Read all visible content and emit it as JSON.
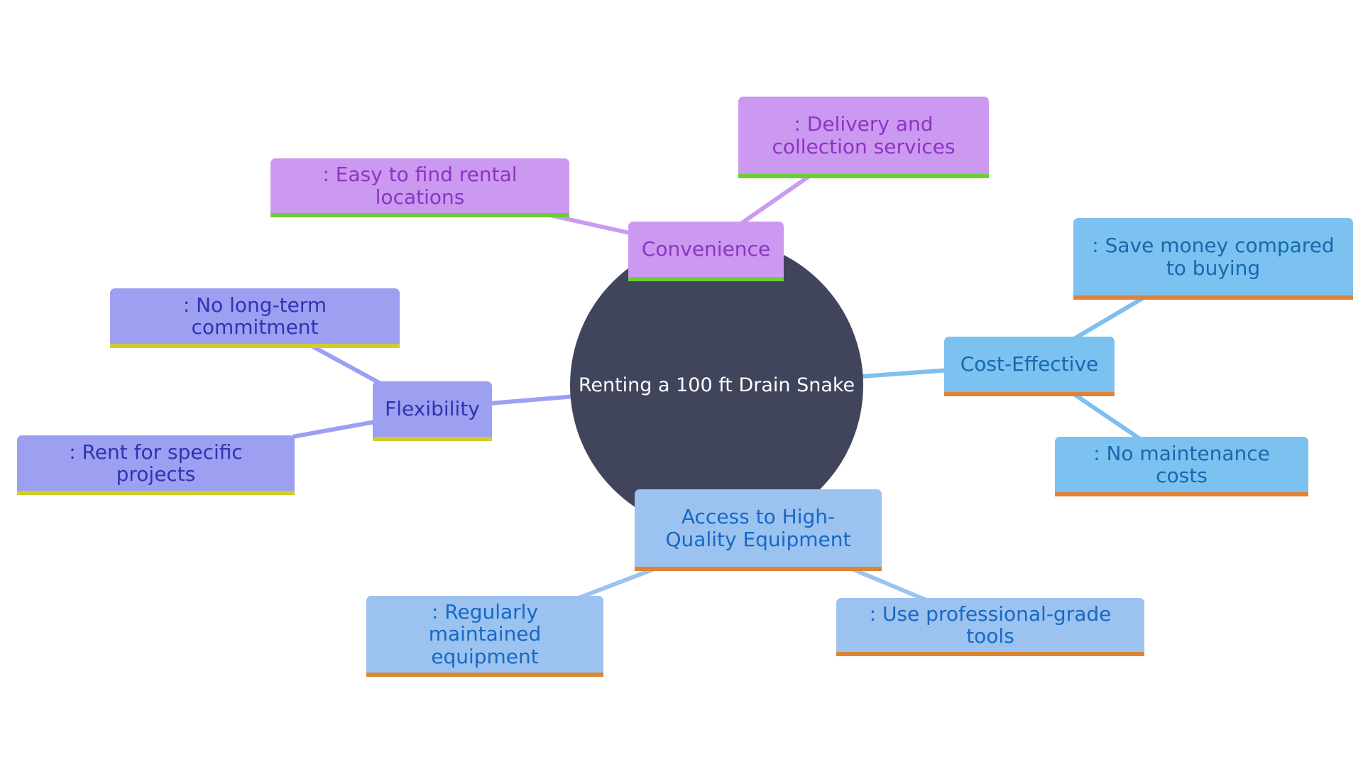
{
  "center": {
    "label": "Renting a 100 ft Drain Snake"
  },
  "branches": {
    "convenience": {
      "label": "Convenience",
      "children": [
        ": Easy to find rental locations",
        ": Delivery and collection services"
      ]
    },
    "cost_effective": {
      "label": "Cost-Effective",
      "children": [
        ": Save money compared to buying",
        ": No maintenance costs"
      ]
    },
    "flexibility": {
      "label": "Flexibility",
      "children": [
        ": No long-term commitment",
        ": Rent for specific projects"
      ]
    },
    "access": {
      "label": "Access to High-Quality Equipment",
      "children": [
        ": Regularly maintained equipment",
        ": Use professional-grade tools"
      ]
    }
  },
  "colors": {
    "center_fill": "#40455c",
    "convenience": {
      "fill": "#cc99f0",
      "text": "#8d34c2",
      "underline": "#6ccf36",
      "link": "#c99cf0"
    },
    "cost_effective": {
      "fill": "#7cc2f0",
      "text": "#1669ad",
      "underline": "#e0813a",
      "link": "#7ebff0"
    },
    "flexibility": {
      "fill": "#9d9ff1",
      "text": "#3133b3",
      "underline": "#d2cc2c",
      "link": "#9d9ff1"
    },
    "access": {
      "fill": "#9cc2ef",
      "text": "#1669c4",
      "underline": "#d98634",
      "link": "#9cc3ef"
    }
  }
}
